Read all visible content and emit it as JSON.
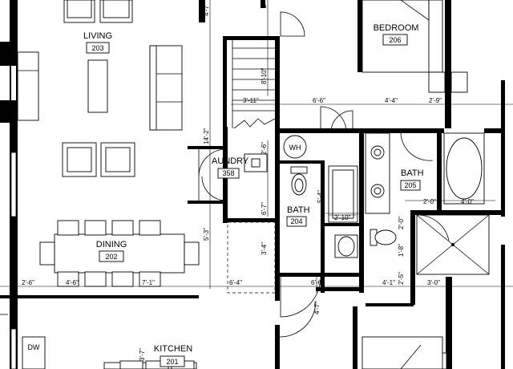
{
  "rooms": {
    "living": {
      "name": "LIVING",
      "number": "203"
    },
    "bedroom_206": {
      "name": "BEDROOM",
      "number": "206"
    },
    "laundry": {
      "name": "AUNDRY",
      "number": "358"
    },
    "bath_204": {
      "name": "BATH",
      "number": "204"
    },
    "bath_205": {
      "name": "BATH",
      "number": "205"
    },
    "dining": {
      "name": "DINING",
      "number": "202"
    },
    "kitchen": {
      "name": "KITCHEN",
      "number": "201"
    }
  },
  "fixtures": {
    "wh": "WH",
    "dw": "DW"
  },
  "dimensions": {
    "d_4_7": "4'-7\"",
    "d_2_top": "2'-",
    "d_8_10": "8'-10\"",
    "d_3_11": "3'-11\"",
    "d_6_6_top": "6'-6\"",
    "d_4_4": "4'-4\"",
    "d_2_9": "2'-9\"",
    "d_14_2": "14'-2\"",
    "d_2_6v": "2'-6\"",
    "d_6_7": "6'-7\"",
    "d_5_4": "5'-4\"",
    "d_2_0a": "2'-0\"",
    "d_4_0": "4'-0\"",
    "d_2_10": "2'-10\"",
    "d_2_0v": "2'-0\"",
    "d_1_8": "1'-8\"",
    "d_2_5": "2'-5\"",
    "d_5_3": "5'-3\"",
    "d_3_4": "3'-4\"",
    "d_4_7b": "4'-7\"",
    "d_2_6": "2'-6\"",
    "d_4_6": "4'-6\"",
    "d_7_1": "7'-1\"",
    "d_6_4": "6'-4\"",
    "d_6_6": "6'-6\"",
    "d_4_1": "4'-1\"",
    "d_3_0": "3'-0\"",
    "d_3_7": "3'-7\""
  }
}
